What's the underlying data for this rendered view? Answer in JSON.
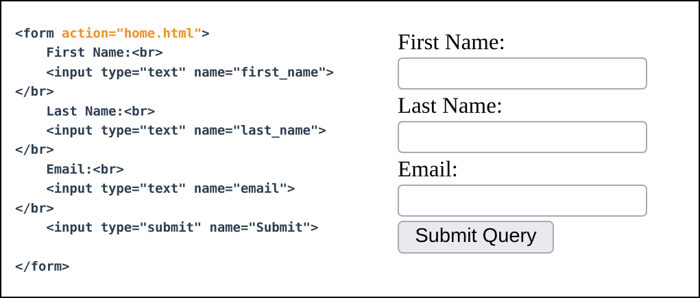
{
  "page": {
    "border_color": "#000000",
    "background": "#ffffff"
  },
  "code_pane": {
    "language": "html",
    "text_color": "#2c3e50",
    "attribute_value_color": "#f0921e",
    "lines": [
      {
        "id": "line-1",
        "indent": "",
        "tag_before": "<form ",
        "attr": "action=\"home.html\"",
        "tag_after": ">"
      },
      {
        "id": "line-2",
        "indent": "    ",
        "tag_before": "First Name:<br>",
        "attr": "",
        "tag_after": ""
      },
      {
        "id": "line-3",
        "indent": "    ",
        "tag_before": "<input type=\"text\" name=\"first_name\">",
        "attr": "",
        "tag_after": ""
      },
      {
        "id": "line-4",
        "indent": "",
        "tag_before": "</br>",
        "attr": "",
        "tag_after": ""
      },
      {
        "id": "line-5",
        "indent": "    ",
        "tag_before": "Last Name:<br>",
        "attr": "",
        "tag_after": ""
      },
      {
        "id": "line-6",
        "indent": "    ",
        "tag_before": "<input type=\"text\" name=\"last_name\">",
        "attr": "",
        "tag_after": ""
      },
      {
        "id": "line-7",
        "indent": "",
        "tag_before": "</br>",
        "attr": "",
        "tag_after": ""
      },
      {
        "id": "line-8",
        "indent": "    ",
        "tag_before": "Email:<br>",
        "attr": "",
        "tag_after": ""
      },
      {
        "id": "line-9",
        "indent": "    ",
        "tag_before": "<input type=\"text\" name=\"email\">",
        "attr": "",
        "tag_after": ""
      },
      {
        "id": "line-10",
        "indent": "",
        "tag_before": "</br>",
        "attr": "",
        "tag_after": ""
      },
      {
        "id": "line-11",
        "indent": "    ",
        "tag_before": "<input type=\"submit\" name=\"Submit\">",
        "attr": "",
        "tag_after": ""
      },
      {
        "id": "line-12",
        "indent": "",
        "tag_before": "",
        "attr": "",
        "tag_after": ""
      },
      {
        "id": "line-13",
        "indent": "",
        "tag_before": "</form>",
        "attr": "",
        "tag_after": ""
      }
    ]
  },
  "form": {
    "action": "home.html",
    "fields": [
      {
        "label": "First Name:",
        "name": "first_name",
        "type": "text",
        "value": "",
        "placeholder": ""
      },
      {
        "label": "Last Name:",
        "name": "last_name",
        "type": "text",
        "value": "",
        "placeholder": ""
      },
      {
        "label": "Email:",
        "name": "email",
        "type": "text",
        "value": "",
        "placeholder": ""
      }
    ],
    "submit": {
      "name": "Submit",
      "label": "Submit Query"
    }
  }
}
